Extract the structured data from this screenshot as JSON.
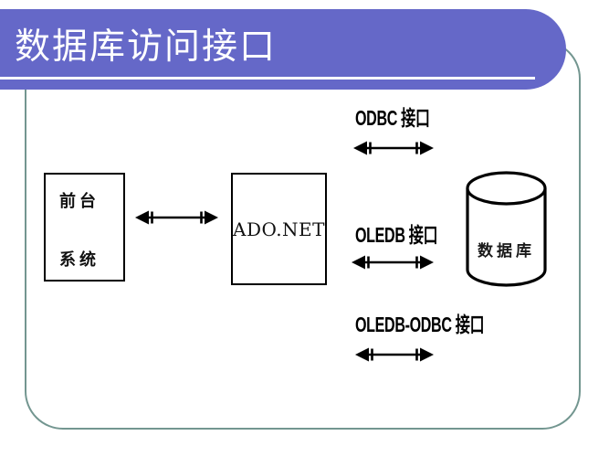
{
  "slide": {
    "title": "数据库访问接口",
    "colors": {
      "title_bar": "#6568c8",
      "frame_border": "#739690",
      "title_text": "#ffffff",
      "ink": "#000000"
    }
  },
  "diagram": {
    "front_system_box": {
      "line1": "前台",
      "line2": "系统"
    },
    "ado_net_box": {
      "label": "ADO.NET"
    },
    "database": {
      "label": "数据库"
    },
    "interfaces": [
      {
        "label": "ODBC 接口"
      },
      {
        "label": "OLEDB 接口"
      },
      {
        "label": "OLEDB-ODBC 接口"
      }
    ]
  }
}
